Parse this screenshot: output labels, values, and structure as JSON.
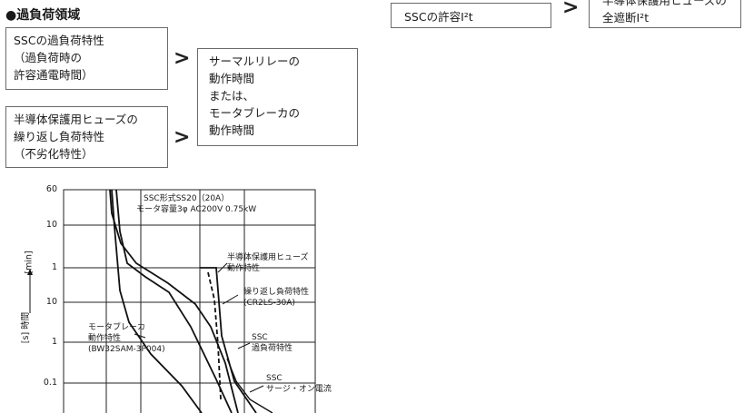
{
  "heading": "●過負荷領域",
  "boxes": {
    "ssc_overload": [
      "SSCの過負荷特性",
      "（過負荷時の",
      "許容通電時間）"
    ],
    "thermal": [
      "サーマルリレーの",
      "動作時間",
      "または、",
      "モータブレーカの",
      "動作時間"
    ],
    "fuse_repeat": [
      "半導体保護用ヒューズの",
      "繰り返し負荷特性",
      "（不劣化特性）"
    ],
    "ssc_i2t": "SSCの許容I²t",
    "fuse_total": [
      "半導体保護用ヒューズの",
      "全遮断I²t"
    ]
  },
  "symbols": {
    "greater_than": ">"
  },
  "chart": {
    "spec_line1": "SSC形式SS20（20A）",
    "spec_line2": "モータ容量3φ AC200V 0.75kW",
    "fuse_operation": [
      "半導体保護用ヒューズ",
      "動作特性"
    ],
    "repeat_load": [
      "繰り返し負荷特性",
      "(CR2LS-30A)"
    ],
    "motor_breaker": [
      "モータブレーカ",
      "動作特性",
      "(BW32SAM-3P004)"
    ],
    "ssc_overload": [
      "SSC",
      "過負荷特性"
    ],
    "ssc_surge": [
      "SSC",
      "サージ・オン電流"
    ],
    "y_axis_label_min": "[min]",
    "y_axis_label_s": "[s] 時間",
    "y_ticks_min": [
      "60",
      "10",
      "1"
    ],
    "y_ticks_s": [
      "10",
      "1",
      "0.1"
    ]
  }
}
